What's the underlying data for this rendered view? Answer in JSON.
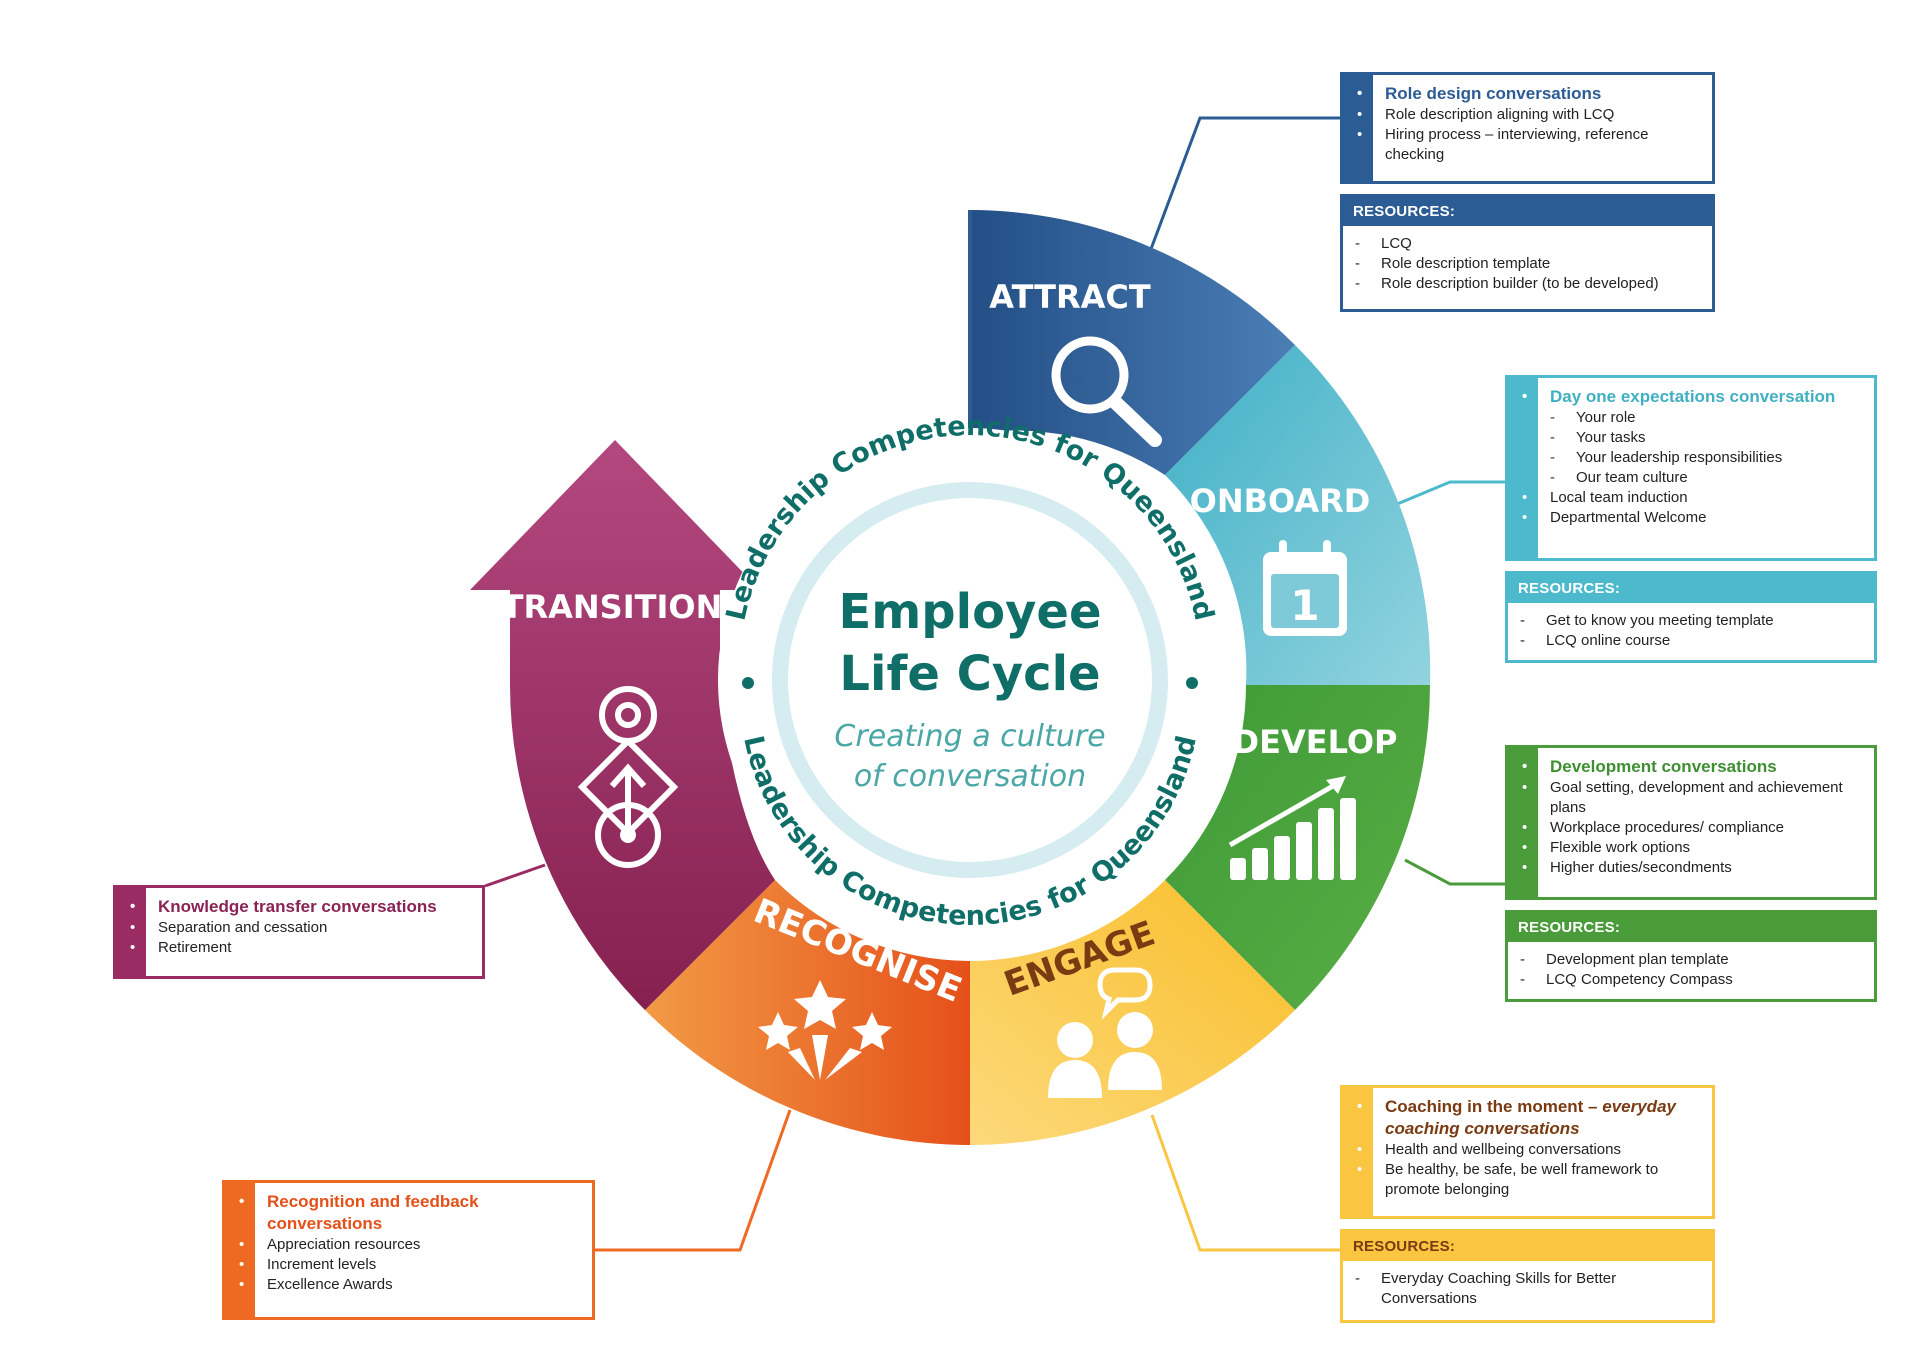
{
  "center": {
    "title_line1": "Employee",
    "title_line2": "Life Cycle",
    "subtitle_line1": "Creating a culture",
    "subtitle_line2": "of conversation",
    "ring_text": "Leadership Competencies for Queensland"
  },
  "colors": {
    "attract": "#2C5C94",
    "onboard": "#4CB9CC",
    "develop": "#4A9B3A",
    "engage": "#FAC642",
    "recognise": "#EE6A22",
    "transition": "#9B2B63",
    "center_text": "#0F6E68",
    "subtitle": "#4AA7A6",
    "engage_text": "#7A3A12"
  },
  "stages": {
    "attract": {
      "label": "ATTRACT",
      "icon": "magnifier-icon"
    },
    "onboard": {
      "label": "ONBOARD",
      "icon": "calendar-icon",
      "calendar_day": "1"
    },
    "develop": {
      "label": "DEVELOP",
      "icon": "growth-chart-icon"
    },
    "engage": {
      "label": "ENGAGE",
      "icon": "people-chat-icon"
    },
    "recognise": {
      "label": "RECOGNISE",
      "icon": "stars-icon"
    },
    "transition": {
      "label": "TRANSITION",
      "icon": "transition-arrow-icon"
    }
  },
  "boxes": {
    "attract": {
      "heading": "Role design conversations",
      "items": [
        "Role description aligning with LCQ",
        "Hiring process – interviewing, reference checking"
      ],
      "resources_title": "RESOURCES:",
      "resources": [
        "LCQ",
        "Role description template",
        "Role description builder (to be developed)"
      ]
    },
    "onboard": {
      "heading": "Day one expectations conversation",
      "sub_items": [
        "Your role",
        "Your tasks",
        "Your leadership responsibilities",
        "Our team culture"
      ],
      "items": [
        "Local team induction",
        "Departmental Welcome"
      ],
      "resources_title": "RESOURCES:",
      "resources": [
        "Get to know you meeting template",
        "LCQ online course"
      ]
    },
    "develop": {
      "heading": "Development conversations",
      "items": [
        "Goal setting, development and achievement plans",
        "Workplace procedures/ compliance",
        "Flexible work options",
        "Higher duties/secondments"
      ],
      "resources_title": "RESOURCES:",
      "resources": [
        "Development plan template",
        "LCQ Competency Compass"
      ]
    },
    "engage": {
      "heading_part1": "Coaching in the moment – ",
      "heading_part2": "everyday coaching conversations",
      "items": [
        "Health and wellbeing conversations",
        "Be healthy, be safe, be well framework to promote belonging"
      ],
      "resources_title": "RESOURCES:",
      "resources": [
        "Everyday Coaching Skills for Better Conversations"
      ]
    },
    "recognise": {
      "heading": "Recognition and feedback conversations",
      "items": [
        "Appreciation resources",
        "Increment levels",
        "Excellence Awards"
      ]
    },
    "transition": {
      "heading": "Knowledge transfer conversations",
      "items": [
        "Separation and cessation",
        "Retirement"
      ]
    }
  }
}
